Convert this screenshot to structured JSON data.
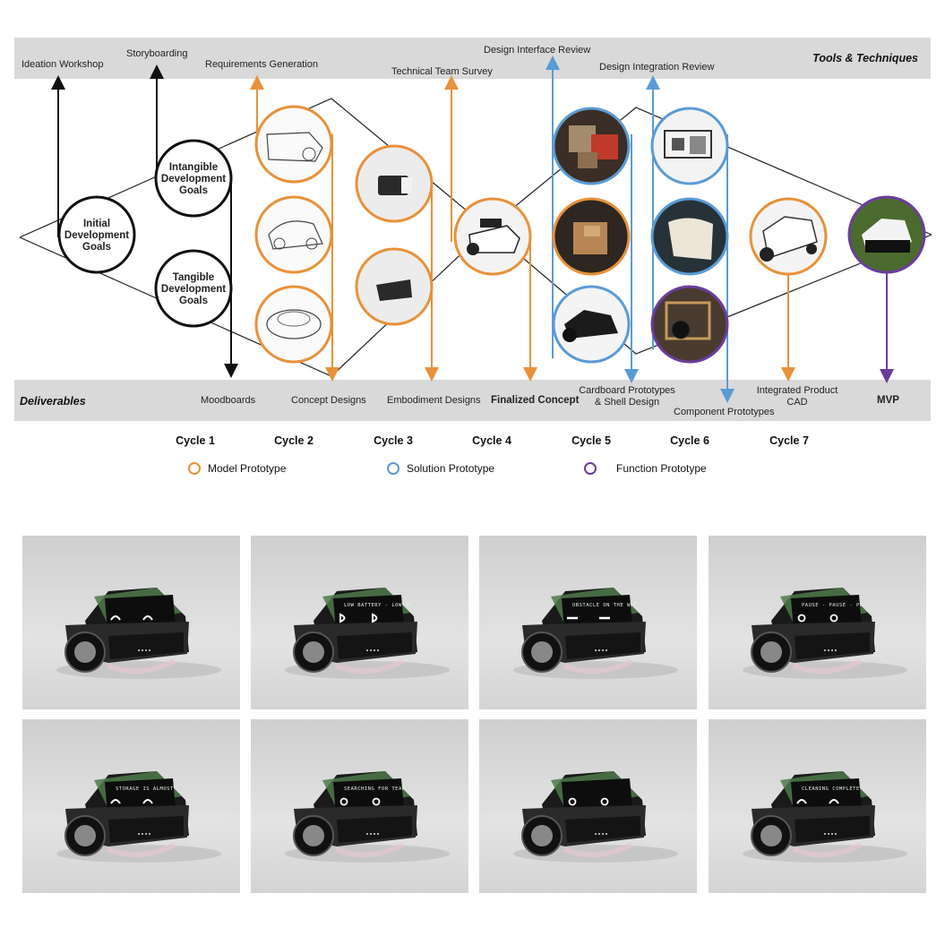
{
  "band": {
    "top_title": "Tools & Techniques",
    "bottom_title": "Deliverables"
  },
  "tools": [
    {
      "label": "Ideation Workshop"
    },
    {
      "label": "Storyboarding"
    },
    {
      "label": "Requirements Generation"
    },
    {
      "label": "Technical Team Survey"
    },
    {
      "label": "Design Interface Review"
    },
    {
      "label": "Design Integration Review"
    }
  ],
  "deliverables": [
    {
      "label": "Moodboards"
    },
    {
      "label": "Concept Designs"
    },
    {
      "label": "Embodiment Designs"
    },
    {
      "label": "Finalized Concept"
    },
    {
      "label": "Cardboard Prototypes\n& Shell Design"
    },
    {
      "label": "Component Prototypes"
    },
    {
      "label": "Integrated Product\nCAD"
    },
    {
      "label": "MVP"
    }
  ],
  "goals": [
    {
      "label": "Initial\nDevelopment\nGoals"
    },
    {
      "label": "Intangible\nDevelopment\nGoals"
    },
    {
      "label": "Tangible\nDevelopment\nGoals"
    }
  ],
  "cycles": [
    "Cycle 1",
    "Cycle 2",
    "Cycle 3",
    "Cycle 4",
    "Cycle 5",
    "Cycle 6",
    "Cycle 7"
  ],
  "legend": [
    {
      "label": "Model Prototype",
      "color": "#e8913a"
    },
    {
      "label": "Solution Prototype",
      "color": "#5b9bd5"
    },
    {
      "label": "Function Prototype",
      "color": "#6a3d9a"
    }
  ],
  "colors": {
    "model": "#e8913a",
    "solution": "#5b9bd5",
    "function": "#6a3d9a",
    "black": "#111111",
    "band": "#d9d9d9"
  },
  "renders": [
    {
      "screen_text": "",
      "eyes": "happy"
    },
    {
      "screen_text": "LOW BATTERY - LOW BA",
      "eyes": "d"
    },
    {
      "screen_text": "OBSTACLE ON THE WAY",
      "eyes": "flat"
    },
    {
      "screen_text": "PAUSE - PAUSE - PA",
      "eyes": "round"
    },
    {
      "screen_text": "STORAGE IS ALMOST",
      "eyes": "happy"
    },
    {
      "screen_text": "SEARCHING FOR TEAM",
      "eyes": "round"
    },
    {
      "screen_text": "",
      "eyes": "round"
    },
    {
      "screen_text": "CLEANING COMPLETE",
      "eyes": "happy"
    }
  ]
}
